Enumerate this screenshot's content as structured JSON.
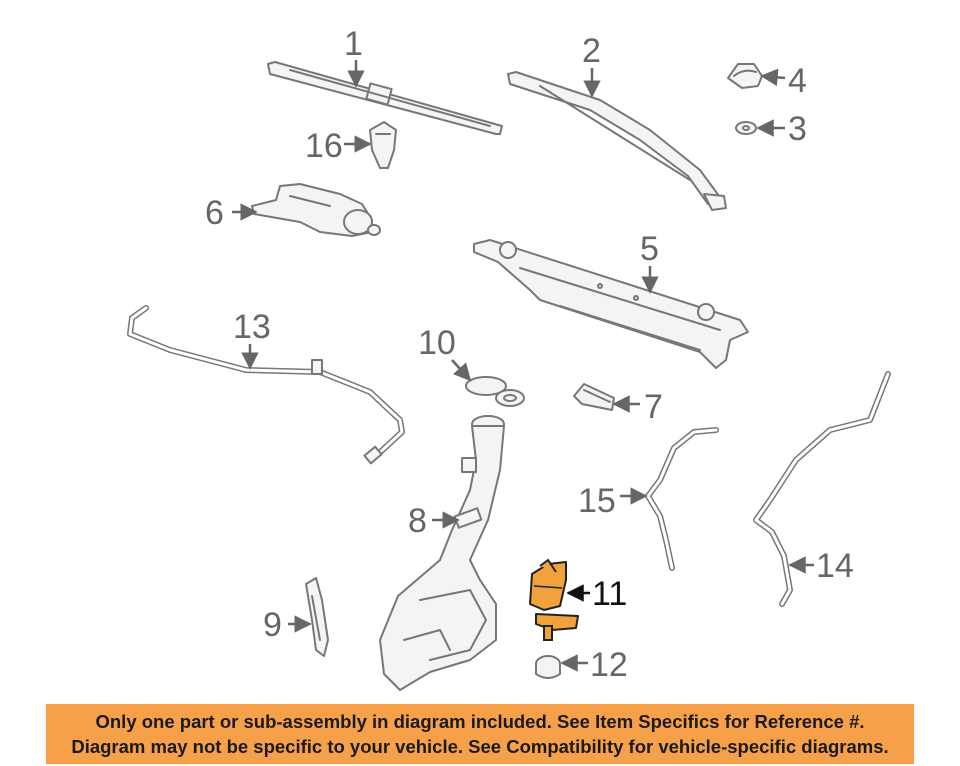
{
  "callouts": {
    "c1": "1",
    "c2": "2",
    "c3": "3",
    "c4": "4",
    "c5": "5",
    "c6": "6",
    "c7": "7",
    "c8": "8",
    "c9": "9",
    "c10": "10",
    "c11": "11",
    "c12": "12",
    "c13": "13",
    "c14": "14",
    "c15": "15",
    "c16": "16"
  },
  "highlight": {
    "part": "11",
    "color": "#f2a23c"
  },
  "banner": {
    "line1": "Only one part or sub-assembly in diagram included. See Item Specifics for Reference #.",
    "line2": "Diagram may not be specific to your vehicle. See Compatibility for vehicle-specific diagrams.",
    "color": "#f6a14a"
  }
}
